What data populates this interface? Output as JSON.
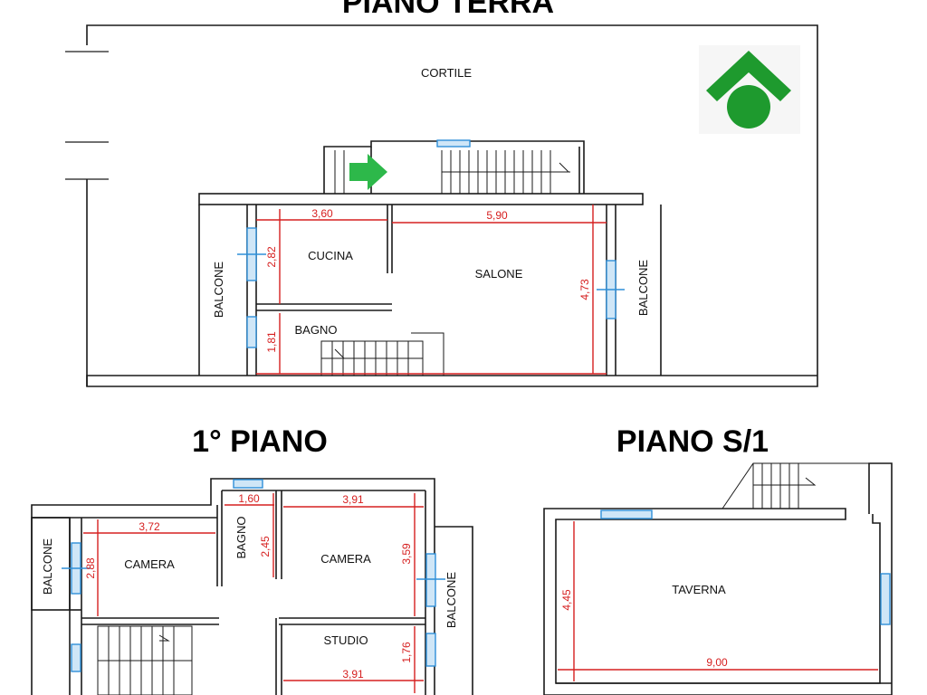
{
  "titles": {
    "ground": "PIANO TERRA",
    "first": "1° PIANO",
    "basement": "PIANO S/1"
  },
  "ground_floor": {
    "rooms": {
      "courtyard": "CORTILE",
      "kitchen": "CUCINA",
      "living": "SALONE",
      "bathroom": "BAGNO",
      "balcony_left": "BALCONE",
      "balcony_right": "BALCONE"
    },
    "dimensions": {
      "kitchen_width": "3,60",
      "living_width": "5,90",
      "kitchen_depth": "2,82",
      "bathroom_depth": "1,81",
      "living_depth": "4,73"
    }
  },
  "first_floor": {
    "rooms": {
      "balcony_left": "BALCONE",
      "bedroom_left": "CAMERA",
      "bathroom": "BAGNO",
      "bedroom_right": "CAMERA",
      "study": "STUDIO",
      "balcony_right": "BALCONE"
    },
    "dimensions": {
      "bedroom_left_width": "3,72",
      "bedroom_left_depth": "2,88",
      "bathroom_width": "1,60",
      "bathroom_depth": "2,45",
      "bedroom_right_width": "3,91",
      "bedroom_right_depth": "3,59",
      "study_width": "3,91",
      "study_depth": "1,76"
    }
  },
  "basement": {
    "rooms": {
      "tavern": "TAVERNA"
    },
    "dimensions": {
      "tavern_depth": "4,45",
      "tavern_width": "9,00"
    }
  },
  "colors": {
    "logo": "#1e9a2e",
    "arrow": "#2db84a",
    "dimension": "#d62020",
    "window": "#2f8fd8"
  },
  "icons": {
    "logo": "house-logo-icon",
    "entrance": "entrance-arrow-icon"
  }
}
